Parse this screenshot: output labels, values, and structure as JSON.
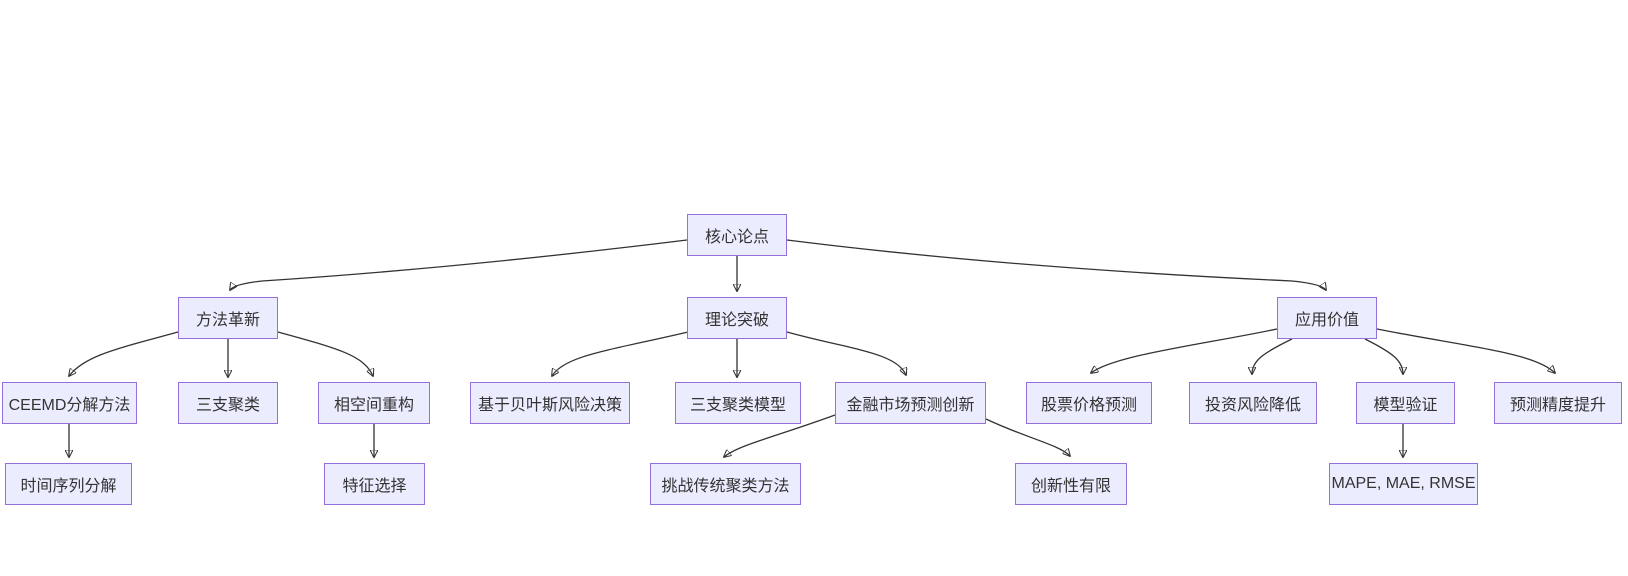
{
  "diagram": {
    "type": "flowchart-top-down",
    "colors": {
      "node_fill": "#ECECFF",
      "node_border": "#9370DB",
      "edge": "#333333",
      "text": "#333333",
      "background": "#ffffff"
    },
    "nodes": [
      {
        "id": "core",
        "label": "核心论点"
      },
      {
        "id": "method",
        "label": "方法革新"
      },
      {
        "id": "theory",
        "label": "理论突破"
      },
      {
        "id": "value",
        "label": "应用价值"
      },
      {
        "id": "ceemd",
        "label": "CEEMD分解方法"
      },
      {
        "id": "threeway",
        "label": "三支聚类"
      },
      {
        "id": "phase",
        "label": "相空间重构"
      },
      {
        "id": "bayes",
        "label": "基于贝叶斯风险决策"
      },
      {
        "id": "twcmodel",
        "label": "三支聚类模型"
      },
      {
        "id": "fininnov",
        "label": "金融市场预测创新"
      },
      {
        "id": "stock",
        "label": "股票价格预测"
      },
      {
        "id": "invest",
        "label": "投资风险降低"
      },
      {
        "id": "modelval",
        "label": "模型验证"
      },
      {
        "id": "accuracy",
        "label": "预测精度提升"
      },
      {
        "id": "tsdecomp",
        "label": "时间序列分解"
      },
      {
        "id": "feature",
        "label": "特征选择"
      },
      {
        "id": "challenge",
        "label": "挑战传统聚类方法"
      },
      {
        "id": "limited",
        "label": "创新性有限"
      },
      {
        "id": "mape",
        "label": "MAPE, MAE, RMSE"
      }
    ],
    "edges": [
      {
        "from": "core",
        "to": "method"
      },
      {
        "from": "core",
        "to": "theory"
      },
      {
        "from": "core",
        "to": "value"
      },
      {
        "from": "method",
        "to": "ceemd"
      },
      {
        "from": "method",
        "to": "threeway"
      },
      {
        "from": "method",
        "to": "phase"
      },
      {
        "from": "theory",
        "to": "bayes"
      },
      {
        "from": "theory",
        "to": "twcmodel"
      },
      {
        "from": "theory",
        "to": "fininnov"
      },
      {
        "from": "value",
        "to": "stock"
      },
      {
        "from": "value",
        "to": "invest"
      },
      {
        "from": "value",
        "to": "modelval"
      },
      {
        "from": "value",
        "to": "accuracy"
      },
      {
        "from": "ceemd",
        "to": "tsdecomp"
      },
      {
        "from": "phase",
        "to": "feature"
      },
      {
        "from": "fininnov",
        "to": "challenge"
      },
      {
        "from": "fininnov",
        "to": "limited"
      },
      {
        "from": "modelval",
        "to": "mape"
      }
    ]
  }
}
